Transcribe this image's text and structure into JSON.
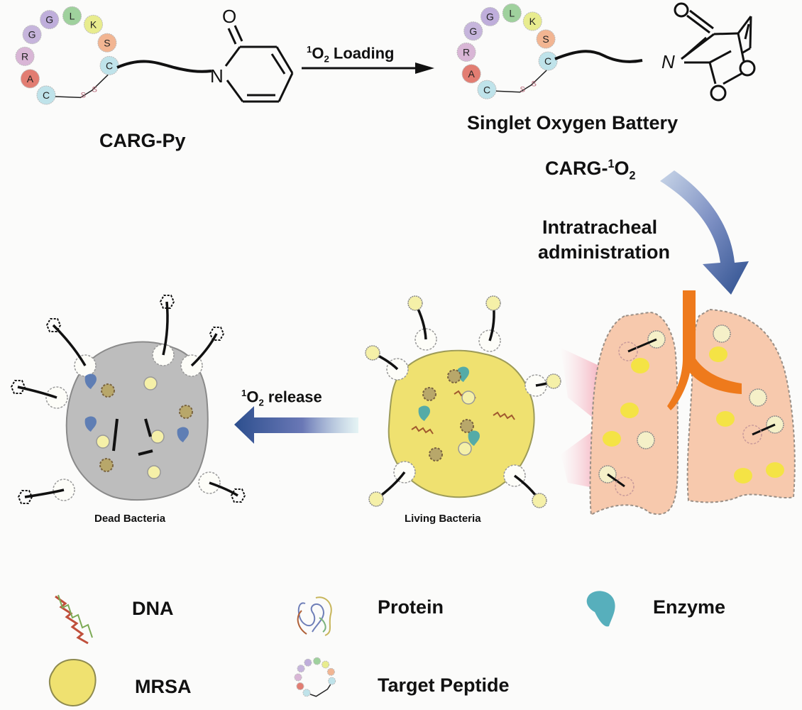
{
  "title": "Singlet oxygen battery targeting MRSA pneumonia scheme",
  "peptide": {
    "residues": [
      {
        "letter": "C",
        "color": "#bfe3ea"
      },
      {
        "letter": "A",
        "color": "#e27d72"
      },
      {
        "letter": "R",
        "color": "#d9b6d6"
      },
      {
        "letter": "G",
        "color": "#c6b5dc"
      },
      {
        "letter": "G",
        "color": "#bfaedb"
      },
      {
        "letter": "L",
        "color": "#9fd19d"
      },
      {
        "letter": "K",
        "color": "#e8ec8e"
      },
      {
        "letter": "S",
        "color": "#f2b592"
      },
      {
        "letter": "C",
        "color": "#bfe3ea"
      }
    ],
    "disulfide": [
      "S",
      "S"
    ]
  },
  "molecules": {
    "left": {
      "name": "CARG-Py",
      "n_atom": "N",
      "o_atom": "O"
    },
    "right": {
      "name": "Singlet Oxygen Battery",
      "n_atom": "N",
      "o_atoms": [
        "O",
        "O",
        "O"
      ]
    }
  },
  "arrows": {
    "loading": {
      "sup": "1",
      "main": "O",
      "sub": "2",
      "rest": " Loading"
    },
    "administration": {
      "label_prefix": "CARG-",
      "label_sup": "1",
      "label_main": "O",
      "label_sub": "2",
      "line1": "Intratracheal",
      "line2": "administration",
      "color": "#2d4f8e"
    },
    "release": {
      "sup": "1",
      "main": "O",
      "sub": "2",
      "rest": " release",
      "color": "#2d4f8e"
    }
  },
  "bacteria": {
    "dead": {
      "label": "Dead Bacteria",
      "fill": "#bdbdbd"
    },
    "living": {
      "label": "Living Bacteria",
      "fill": "#efe170"
    }
  },
  "lungs": {
    "fill": "#f7c9ad",
    "trachea": "#ee7a1c",
    "spot": "#f3e53a"
  },
  "legend": [
    {
      "icon": "dna-icon",
      "label": "DNA"
    },
    {
      "icon": "protein-icon",
      "label": "Protein"
    },
    {
      "icon": "enzyme-icon",
      "label": "Enzyme"
    },
    {
      "icon": "mrsa-icon",
      "label": "MRSA"
    },
    {
      "icon": "target-peptide-icon",
      "label": "Target Peptide"
    }
  ]
}
